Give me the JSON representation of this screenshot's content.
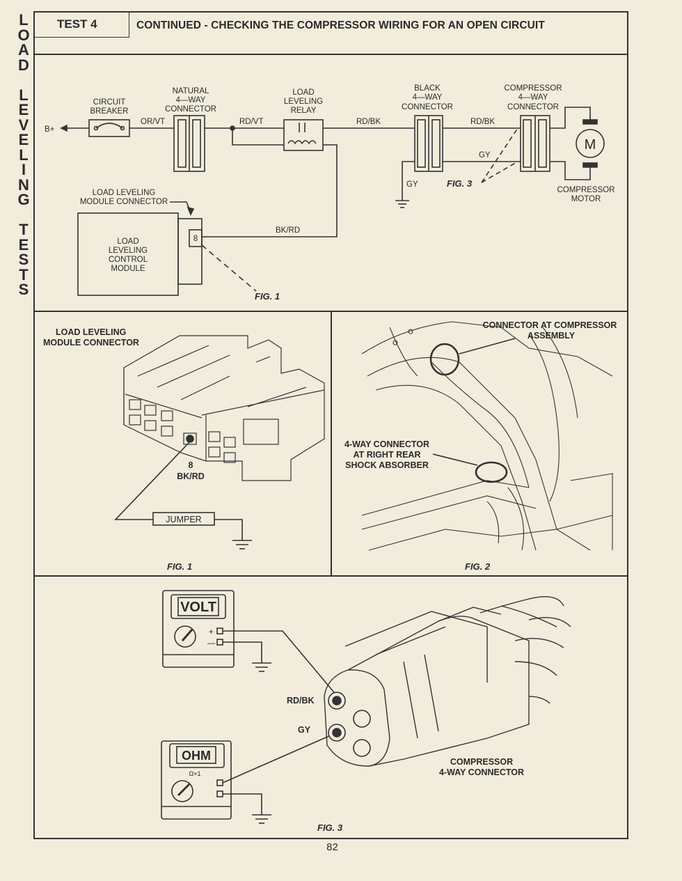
{
  "side_tab": "L\nO\nA\nD\n\nL\nE\nV\nE\nL\nI\nN\nG\n\nT\nE\nS\nT\nS",
  "header": {
    "test": "TEST 4",
    "title": "CONTINUED - CHECKING THE COMPRESSOR WIRING FOR AN OPEN CIRCUIT"
  },
  "schematic": {
    "battery": "B+",
    "circuit_breaker": [
      "CIRCUIT",
      "BREAKER"
    ],
    "natural_connector": [
      "NATURAL",
      "4—WAY",
      "CONNECTOR"
    ],
    "relay": [
      "LOAD",
      "LEVELING",
      "RELAY"
    ],
    "black_connector": [
      "BLACK",
      "4—WAY",
      "CONNECTOR"
    ],
    "compressor_connector": [
      "COMPRESSOR",
      "4—WAY",
      "CONNECTOR"
    ],
    "motor": [
      "COMPRESSOR",
      "MOTOR"
    ],
    "motor_symbol": "M",
    "wire_or_vt": "OR/VT",
    "wire_rd_vt": "RD/VT",
    "wire_rd_bk_1": "RD/BK",
    "wire_rd_bk_2": "RD/BK",
    "wire_gy_1": "GY",
    "wire_gy_2": "GY",
    "wire_bk_rd": "BK/RD",
    "module_connector": [
      "LOAD LEVELING",
      "MODULE CONNECTOR"
    ],
    "module": [
      "LOAD",
      "LEVELING",
      "CONTROL",
      "MODULE"
    ],
    "pin": "8",
    "fig_ref_3": "FIG. 3",
    "fig_ref_1": "FIG. 1"
  },
  "fig1": {
    "title": [
      "LOAD LEVELING",
      "MODULE CONNECTOR"
    ],
    "pin": "8",
    "wire": "BK/RD",
    "jumper": "JUMPER",
    "caption": "FIG. 1"
  },
  "fig2": {
    "callout_top": [
      "CONNECTOR AT COMPRESSOR",
      "ASSEMBLY"
    ],
    "callout_mid": [
      "4-WAY CONNECTOR",
      "AT RIGHT REAR",
      "SHOCK ABSORBER"
    ],
    "caption": "FIG. 2"
  },
  "fig3": {
    "volt": "VOLT",
    "plus": "+",
    "minus": "—",
    "ohm": "OHM",
    "ohm_range": "Ω×1",
    "wire_rd_bk": "RD/BK",
    "wire_gy": "GY",
    "connector": [
      "COMPRESSOR",
      "4-WAY CONNECTOR"
    ],
    "caption": "FIG. 3"
  },
  "page_number": "82"
}
